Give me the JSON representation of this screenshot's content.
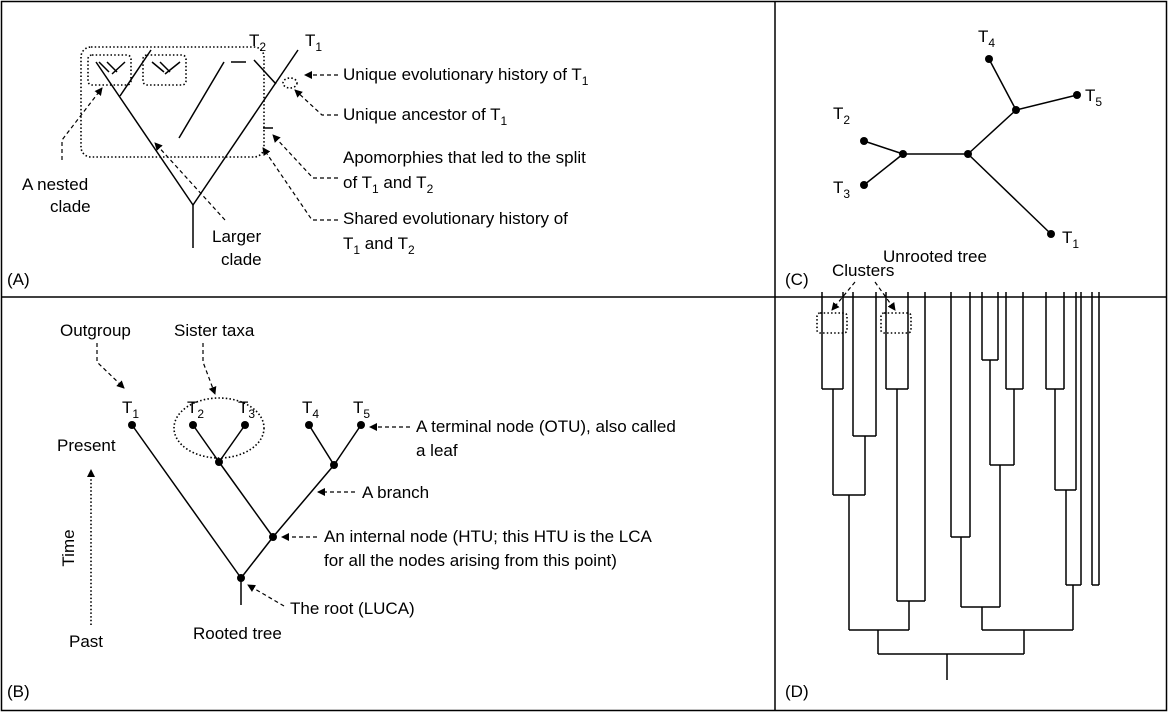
{
  "panels": {
    "a": {
      "panel_label": "(A)",
      "taxa": {
        "t2": "T",
        "t2_sub": "2",
        "t1": "T",
        "t1_sub": "1"
      },
      "annotations": {
        "unique_history": "Unique evolutionary history of T",
        "unique_history_sub": "1",
        "unique_ancestor": "Unique ancestor of T",
        "unique_ancestor_sub": "1",
        "apomorphies_line1": "Apomorphies that led to the split",
        "apomorphies_line2_a": "of T",
        "apomorphies_line2_sub1": "1",
        "apomorphies_line2_b": " and T",
        "apomorphies_line2_sub2": "2",
        "shared_line1": "Shared evolutionary history of",
        "shared_line2_a": "T",
        "shared_line2_sub1": "1",
        "shared_line2_b": " and T",
        "shared_line2_sub2": "2",
        "nested_line1": "A nested",
        "nested_line2": "clade",
        "larger_line1": "Larger",
        "larger_line2": "clade"
      }
    },
    "b": {
      "panel_label": "(B)",
      "taxa": [
        {
          "label": "T",
          "sub": "1"
        },
        {
          "label": "T",
          "sub": "2"
        },
        {
          "label": "T",
          "sub": "3"
        },
        {
          "label": "T",
          "sub": "4"
        },
        {
          "label": "T",
          "sub": "5"
        }
      ],
      "outgroup": "Outgroup",
      "sister_taxa": "Sister taxa",
      "present": "Present",
      "time": "Time",
      "past": "Past",
      "terminal_line1": "A terminal node (OTU), also called",
      "terminal_line2": "a leaf",
      "branch": "A branch",
      "internal_line1": "An internal node (HTU; this HTU is the LCA",
      "internal_line2": "for all the nodes arising from this point)",
      "root": "The root (LUCA)",
      "caption": "Rooted tree"
    },
    "c": {
      "panel_label": "(C)",
      "taxa": [
        {
          "label": "T",
          "sub": "1"
        },
        {
          "label": "T",
          "sub": "2"
        },
        {
          "label": "T",
          "sub": "3"
        },
        {
          "label": "T",
          "sub": "4"
        },
        {
          "label": "T",
          "sub": "5"
        }
      ],
      "caption": "Unrooted tree"
    },
    "d": {
      "panel_label": "(D)",
      "clusters": "Clusters"
    }
  }
}
